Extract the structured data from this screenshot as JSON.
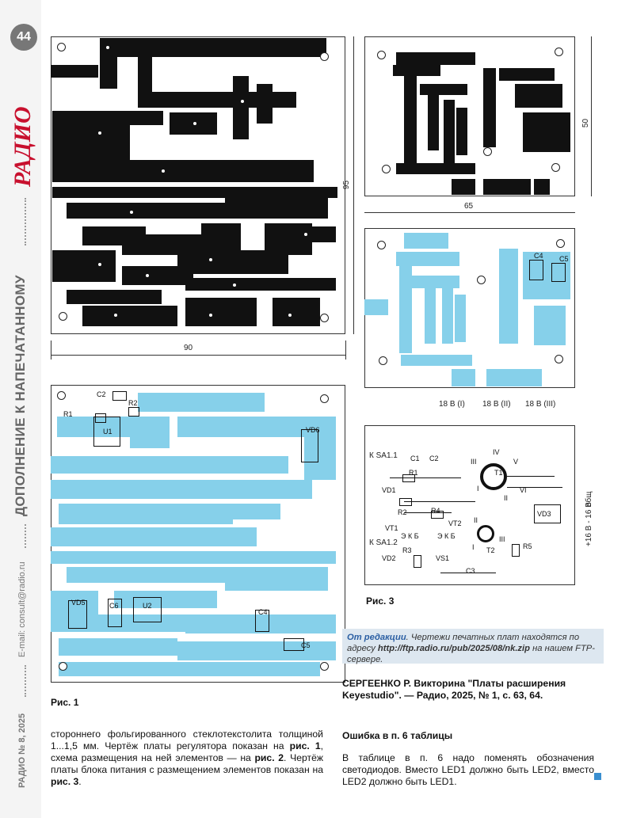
{
  "page": {
    "number": "44",
    "logo_text": "РАДИО",
    "section_title": "ДОПОЛНЕНИЕ К НАПЕЧАТАННОМУ",
    "email": "E-mail: consult@radio.ru",
    "issue": "РАДИО № 8, 2025"
  },
  "figures": {
    "fig1": {
      "caption": "Рис. 1",
      "dim_width": "90",
      "dim_height": "95",
      "labels": [
        "R1",
        "C2",
        "R2",
        "U1",
        "VD6",
        "VD5",
        "C6",
        "U2",
        "C4",
        "C5"
      ]
    },
    "fig2": {
      "dim_width": "65",
      "dim_height": "50",
      "labels": [
        "C4",
        "C5"
      ]
    },
    "fig3": {
      "caption": "Рис. 3",
      "top_labels": [
        "18 В (I)",
        "18 В (II)",
        "18 В (III)"
      ],
      "labels": {
        "ksa11": "К SA1.1",
        "ksa12": "К SA1.2",
        "c1": "C1",
        "c2": "C2",
        "c3": "C3",
        "r1": "R1",
        "r2": "R2",
        "r3": "R3",
        "r4": "R4",
        "r5": "R5",
        "vd1": "VD1",
        "vd2": "VD2",
        "vd3": "VD3",
        "vs1": "VS1",
        "vt1": "VT1",
        "vt2": "VT2",
        "t1": "T1",
        "t2": "T2",
        "ekb1": "Э К Б",
        "ekb2": "Э К Б",
        "iii": "III",
        "iv": "IV",
        "v": "V",
        "i": "I",
        "ii": "II",
        "vi": "VI",
        "ii2": "II",
        "i2": "I",
        "iii2": "III",
        "right_out": "+16 В - 16 В",
        "right_common": "общ"
      }
    }
  },
  "body": {
    "left_para_1": "стороннего фольгированного стеклотекстолита толщиной 1...1,5 мм. Чертёж платы регулятора показан на",
    "ref_fig1": "рис. 1",
    "left_para_2": ", схема размещения на ней элементов — на",
    "ref_fig2": "рис. 2",
    "left_para_3": ". Чертёж платы блока питания с размещением элементов показан на",
    "ref_fig3": "рис. 3",
    "left_para_4": "."
  },
  "editor_note": {
    "head": "От редакции",
    "text_1": ". Чертежи печатных плат находятся по адресу",
    "url": "http://ftp.radio.ru/pub/2025/08/nk.zip",
    "text_2": "на нашем FTP-сервере."
  },
  "erratum": {
    "citation": "СЕРГЕЕНКО Р. Викторина \"Платы расширения Keyestudio\". — Радио, 2025, № 1, с. 63, 64.",
    "heading": "Ошибка в п. 6 таблицы",
    "text": "В таблице в п. 6 надо поменять обозначения светодиодов. Вместо LED1 должно быть LED2, вместо LED2 должно быть LED1."
  }
}
